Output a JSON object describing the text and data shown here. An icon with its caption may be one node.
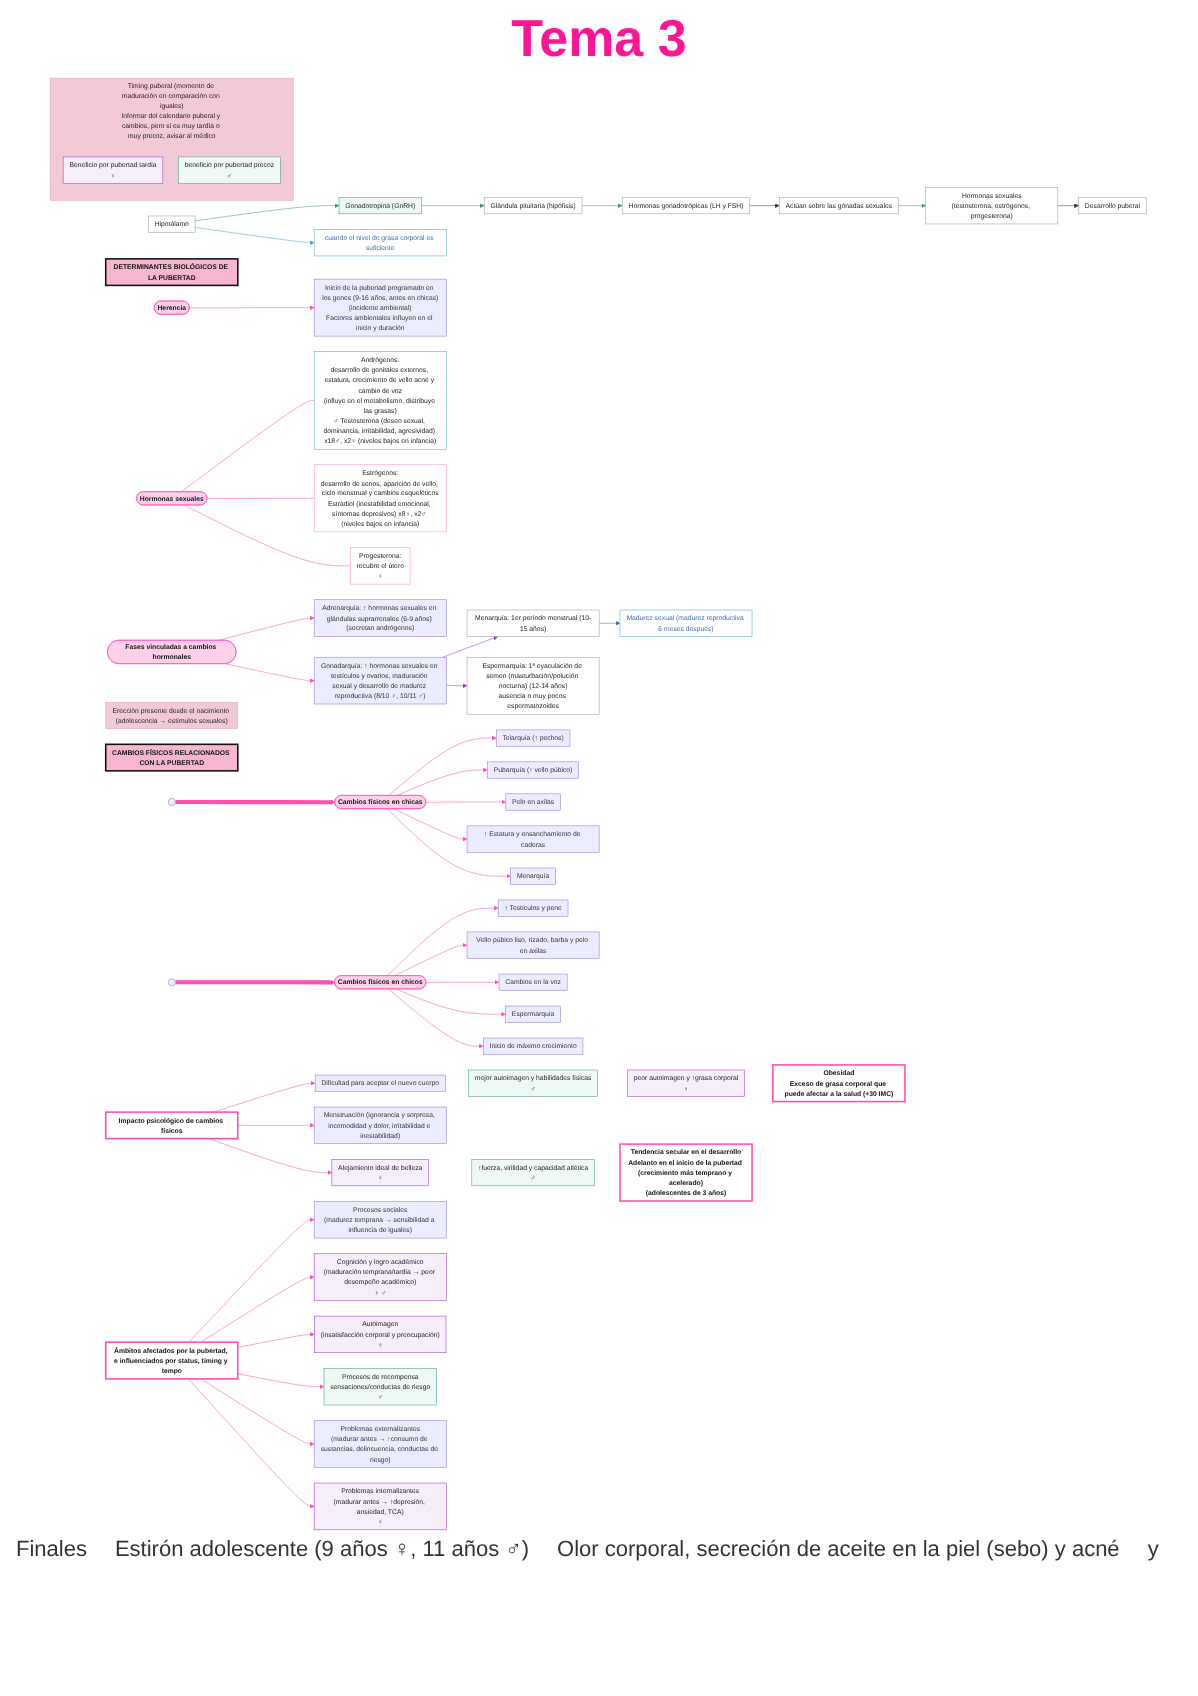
{
  "diagram": {
    "title": "Tema 3",
    "nodes": [
      {
        "text": [
          "Hipotálamo"
        ]
      },
      {
        "text": [
          "Gonadotropina (GnRH)"
        ]
      },
      {
        "text": [
          "Glándula pituitaria (hipófisis)"
        ]
      },
      {
        "text": [
          "Hormonas gonadotrópicas (LH y FSH)"
        ]
      },
      {
        "text": [
          "Actúan sobre las gónadas sexuales"
        ]
      },
      {
        "text": [
          "Hormonas sexuales",
          "(testosterona, estrógenos, progesterona)"
        ]
      },
      {
        "text": [
          "Desarrollo puberal"
        ]
      },
      {
        "text": [
          "cuando el nivel de grasa corporal es suficiente"
        ]
      },
      {
        "text": [
          "DETERMINANTES BIOLÓGICOS DE LA PUBERTAD"
        ]
      },
      {
        "text": [
          "Herencia"
        ]
      },
      {
        "text": [
          "Inicio de la pubertad programado en los genes (9-16 años, antes en chicas)",
          "(incidente ambiental)",
          "Factores ambientales influyen en el inicio y duración"
        ]
      },
      {
        "text": [
          "Hormonas sexuales"
        ]
      },
      {
        "text": [
          "Andrógenos:",
          "desarrollo de genitales externos, estatura, crecimiento de vello acné y cambio de voz",
          "(influye en el metabolismo, distribuye las grasas)",
          "♂ Testosterona (deseo sexual, dominancia, irritabilidad, agresividad) x18♂, x2♀ (niveles bajos en infancia)"
        ]
      },
      {
        "text": [
          "Estrógenos:",
          "desarrollo de senos, aparición de vello, ciclo menstrual y cambios esqueléticos",
          "Estradiol (inestabilidad emocional, síntomas depresivos) x8♀, x2♂ (niveles bajos en infancia)"
        ]
      },
      {
        "text": [
          "Progesterona:",
          "recubre el útero",
          "♀"
        ]
      },
      {
        "text": [
          "Fases vinculadas a cambios hormonales"
        ]
      },
      {
        "text": [
          "Adrenarquía: ↑ hormonas sexuales en glándulas suprarrenales (6-9 años) (secretan andrógenos)"
        ]
      },
      {
        "text": [
          "Gonadarquía: ↑ hormonas sexuales en testículos y ovarios, maduración sexual y desarrollo de madurez reproductiva (8/10 ♀, 10/11 ♂)"
        ]
      },
      {
        "text": [
          "Menarquía: 1er período menstrual (10-15 años)"
        ]
      },
      {
        "text": [
          "Madurez sexual (madurez reproductiva 6 meses después)"
        ]
      },
      {
        "text": [
          "Espermarquía: 1ª eyaculación de semen (masturbación/polución nocturna) (12-14 años)",
          "ausencia o muy pocos espermatozoides"
        ]
      },
      {
        "text": [
          "Erección presente desde el nacimiento (adolescencia → estímulos sexuales)"
        ]
      },
      {
        "text": [
          "CAMBIOS FÍSICOS RELACIONADOS CON LA PUBERTAD"
        ]
      },
      {
        "text": [
          "Cambios físicos en chicas"
        ]
      },
      {
        "text": [
          "Telarquía (↑ pechos)"
        ]
      },
      {
        "text": [
          "Pubarquía (↑ vello púbico)"
        ]
      },
      {
        "text": [
          "Pelo en axilas"
        ]
      },
      {
        "text": [
          "↑ Estatura y ensanchamiento de caderas"
        ]
      },
      {
        "text": [
          "Menarquía"
        ]
      },
      {
        "text": [
          "Cambios físicos en chicos"
        ]
      },
      {
        "text": [
          "↑ Testículos y pene"
        ]
      },
      {
        "text": [
          "Vello púbico liso, rizado, barba y pelo en axilas"
        ]
      },
      {
        "text": [
          "Cambios en la voz"
        ]
      },
      {
        "text": [
          "Espermarquía"
        ]
      },
      {
        "text": [
          "Inicio de máximo crecimiento"
        ]
      },
      {
        "text": [
          "Tendencia secular en el desarrollo",
          "Adelanto en el inicio de la pubertad (crecimiento más temprano y acelerado)",
          "(adolescentes de 3 años)"
        ]
      },
      {
        "text": [
          "Obesidad",
          "Exceso de grasa corporal que puede afectar a la salud (+30 IMC)"
        ]
      },
      {
        "text": [
          "Timing puberal (momento de maduración en comparación con iguales)",
          "Informar del calendario puberal y cambios, pero si es muy tardía o muy precoz, avisar al médico"
        ]
      },
      {
        "text": [
          "Beneficio por pubertad tardía",
          "♀"
        ],
        "in": 37
      },
      {
        "text": [
          "beneficio por pubertad precoz",
          "♂"
        ],
        "in": 37
      },
      {
        "text": [
          "Impacto psicológico de cambios físicos"
        ]
      },
      {
        "text": [
          "Dificultad para aceptar el nuevo cuerpo"
        ]
      },
      {
        "text": [
          "mejor autoimagen y habilidades físicas",
          "♂"
        ]
      },
      {
        "text": [
          "peor autoimagen y ↑grasa corporal",
          "♀"
        ]
      },
      {
        "text": [
          "Menstruación (ignorancia y sorpresa, incomodidad y dolor, irritabilidad e inestabilidad)"
        ]
      },
      {
        "text": [
          "Alejamiento ideal de belleza",
          "♀"
        ]
      },
      {
        "text": [
          "↑fuerza, virilidad y capacidad atlética",
          "♂"
        ]
      },
      {
        "text": [
          "Ámbitos afectados por la pubertad, e influenciados por status, timing y tempo"
        ]
      },
      {
        "text": [
          "Procesos sociales",
          "(madurez temprana → sensibilidad a influencia de iguales)"
        ]
      },
      {
        "text": [
          "Cognición y logro académico",
          "(maduración temprana/tardía → peor desempeño académico)",
          "♀ ♂"
        ]
      },
      {
        "text": [
          "Autoimagen",
          "(insatisfacción corporal y preocupación)",
          "♀"
        ]
      },
      {
        "text": [
          "Procesos de recompensa",
          "sensaciones/conductas de riesgo",
          "♂"
        ]
      },
      {
        "text": [
          "Problemas externalizantes",
          "(madurar antes → ↑consumo de sustancias, delincuencia, conductas de riesgo)"
        ]
      },
      {
        "text": [
          "Problemas internalizantes",
          "(madurar antes → ↑depresión, ansiedad, TCA)",
          "♀"
        ]
      }
    ],
    "edges": [
      {
        "from": 0,
        "to": 1,
        "arrow": "to",
        "color": "#3a9a7a"
      },
      {
        "from": 0,
        "to": 7,
        "arrow": "to",
        "color": "#4aa3c8"
      },
      {
        "from": 1,
        "to": 2,
        "arrow": "to",
        "color": "#3a9a7a"
      },
      {
        "from": 2,
        "to": 3,
        "arrow": "to",
        "color": "#3a9a7a"
      },
      {
        "from": 3,
        "to": 4,
        "arrow": "to",
        "color": "#333333"
      },
      {
        "from": 4,
        "to": 5,
        "arrow": "to",
        "color": "#3a9a7a"
      },
      {
        "from": 5,
        "to": 6,
        "arrow": "to",
        "color": "#333333"
      },
      {
        "from": 9,
        "to": 10,
        "arrow": "to"
      },
      {
        "from": 11,
        "to": 12,
        "arrow": "none"
      },
      {
        "from": 11,
        "to": 13,
        "arrow": "none"
      },
      {
        "from": 11,
        "to": 14,
        "arrow": "none"
      },
      {
        "from": 15,
        "to": 16,
        "arrow": "to"
      },
      {
        "from": 15,
        "to": 17,
        "arrow": "to"
      },
      {
        "from": 17,
        "to": 18,
        "arrow": "to",
        "color": "#9b30d0"
      },
      {
        "from": 17,
        "to": 20,
        "arrow": "to",
        "color": "#9b30d0"
      },
      {
        "from": 18,
        "to": 19,
        "arrow": "to",
        "color": "#3a6fb0"
      },
      {
        "from": null,
        "to": 23,
        "arrow": "to",
        "style": "thick"
      },
      {
        "from": 23,
        "to": 24,
        "arrow": "to"
      },
      {
        "from": 23,
        "to": 25,
        "arrow": "to"
      },
      {
        "from": 23,
        "to": 26,
        "arrow": "to"
      },
      {
        "from": 23,
        "to": 27,
        "arrow": "to"
      },
      {
        "from": 23,
        "to": 28,
        "arrow": "to"
      },
      {
        "from": null,
        "to": 29,
        "arrow": "to",
        "style": "thick"
      },
      {
        "from": 29,
        "to": 30,
        "arrow": "to"
      },
      {
        "from": 29,
        "to": 31,
        "arrow": "to"
      },
      {
        "from": 29,
        "to": 32,
        "arrow": "to"
      },
      {
        "from": 29,
        "to": 33,
        "arrow": "to"
      },
      {
        "from": 29,
        "to": 34,
        "arrow": "to"
      },
      {
        "from": 40,
        "to": 41,
        "arrow": "to"
      },
      {
        "from": 40,
        "to": 44,
        "arrow": "to"
      },
      {
        "from": 40,
        "to": 45,
        "arrow": "to"
      },
      {
        "from": 47,
        "to": 48,
        "arrow": "to"
      },
      {
        "from": 47,
        "to": 49,
        "arrow": "to"
      },
      {
        "from": 47,
        "to": 50,
        "arrow": "to"
      },
      {
        "from": 47,
        "to": 51,
        "arrow": "to"
      },
      {
        "from": 47,
        "to": 52,
        "arrow": "to"
      },
      {
        "from": 47,
        "to": 53,
        "arrow": "to"
      }
    ],
    "labels": [
      "Finales",
      "Estirón adolescente (9 años ♀, 11 años ♂)",
      "Olor corporal, secreción de aceite en la piel (sebo) y acné",
      "y"
    ]
  }
}
